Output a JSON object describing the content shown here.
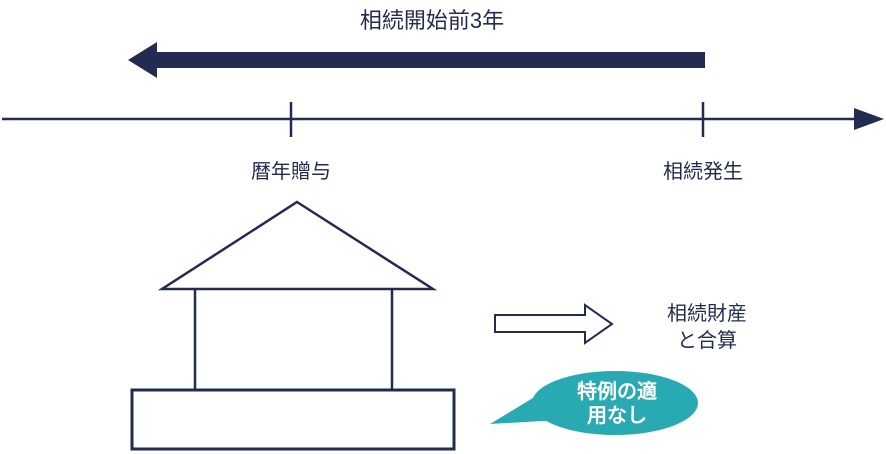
{
  "title": "相続開始前3年",
  "timeline": {
    "left_label": "暦年贈与",
    "right_label": "相続発生"
  },
  "merge": {
    "line1": "相続財産",
    "line2": "と合算"
  },
  "bubble": {
    "line1": "特例の適",
    "line2": "用なし"
  },
  "icons": {
    "thick_left_arrow": "left-arrow",
    "timeline_axis": "right-arrow-axis",
    "house": "house-outline",
    "merge_arrow": "hollow-right-arrow",
    "speech_bubble": "speech-bubble"
  },
  "colors": {
    "navy": "#232B50",
    "teal": "#29A9B2",
    "white": "#ffffff"
  }
}
